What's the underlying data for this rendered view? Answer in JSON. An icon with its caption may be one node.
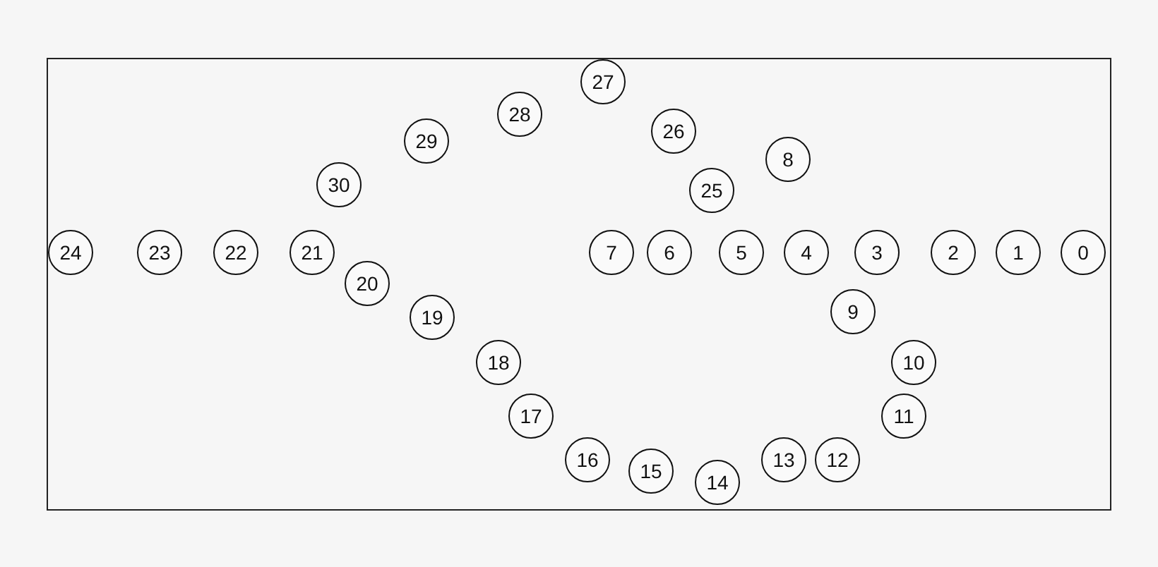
{
  "diagram": {
    "nodes": [
      {
        "text": [
          "0"
        ]
      },
      {
        "text": [
          "1"
        ]
      },
      {
        "text": [
          "2"
        ]
      },
      {
        "text": [
          "3"
        ]
      },
      {
        "text": [
          "4"
        ]
      },
      {
        "text": [
          "5"
        ]
      },
      {
        "text": [
          "6"
        ]
      },
      {
        "text": [
          "7"
        ]
      },
      {
        "text": [
          "8"
        ]
      },
      {
        "text": [
          "9"
        ]
      },
      {
        "text": [
          "10"
        ]
      },
      {
        "text": [
          "11"
        ]
      },
      {
        "text": [
          "12"
        ]
      },
      {
        "text": [
          "13"
        ]
      },
      {
        "text": [
          "14"
        ]
      },
      {
        "text": [
          "15"
        ]
      },
      {
        "text": [
          "16"
        ]
      },
      {
        "text": [
          "17"
        ]
      },
      {
        "text": [
          "18"
        ]
      },
      {
        "text": [
          "19"
        ]
      },
      {
        "text": [
          "20"
        ]
      },
      {
        "text": [
          "21"
        ]
      },
      {
        "text": [
          "22"
        ]
      },
      {
        "text": [
          "23"
        ]
      },
      {
        "text": [
          "24"
        ]
      },
      {
        "text": [
          "25"
        ]
      },
      {
        "text": [
          "26"
        ]
      },
      {
        "text": [
          "27"
        ]
      },
      {
        "text": [
          "28"
        ]
      },
      {
        "text": [
          "29"
        ]
      },
      {
        "text": [
          "30"
        ]
      }
    ]
  }
}
